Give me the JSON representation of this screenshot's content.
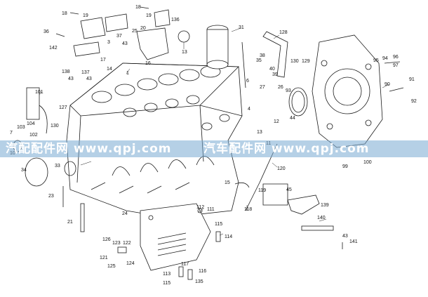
{
  "diagram": {
    "callouts": [
      "18",
      "19",
      "19",
      "18",
      "136",
      "36",
      "142",
      "3",
      "37",
      "25",
      "43",
      "20",
      "17",
      "31",
      "13",
      "16",
      "138",
      "43",
      "137",
      "43",
      "14",
      "1",
      "128",
      "38",
      "35",
      "40",
      "39",
      "129",
      "130",
      "94",
      "95",
      "96",
      "97",
      "90",
      "91",
      "92",
      "101",
      "103",
      "104",
      "102",
      "7",
      "10",
      "127",
      "130",
      "27",
      "26",
      "93",
      "12",
      "44",
      "6",
      "4",
      "11",
      "13",
      "34",
      "33",
      "99",
      "100",
      "120",
      "15",
      "119",
      "45",
      "139",
      "23",
      "24",
      "21",
      "112",
      "111",
      "115",
      "114",
      "140",
      "43",
      "141",
      "126",
      "123",
      "122",
      "121",
      "125",
      "124",
      "117",
      "116",
      "113",
      "115",
      "135",
      "118"
    ],
    "watermark": {
      "left": "汽配配件网 www.qpj.com",
      "right": "汽车配件网 www.qpj.com"
    },
    "colors": {
      "line": "#1a1a1a",
      "watermark_band": "#78aad2",
      "watermark_text": "#ffffff"
    }
  }
}
